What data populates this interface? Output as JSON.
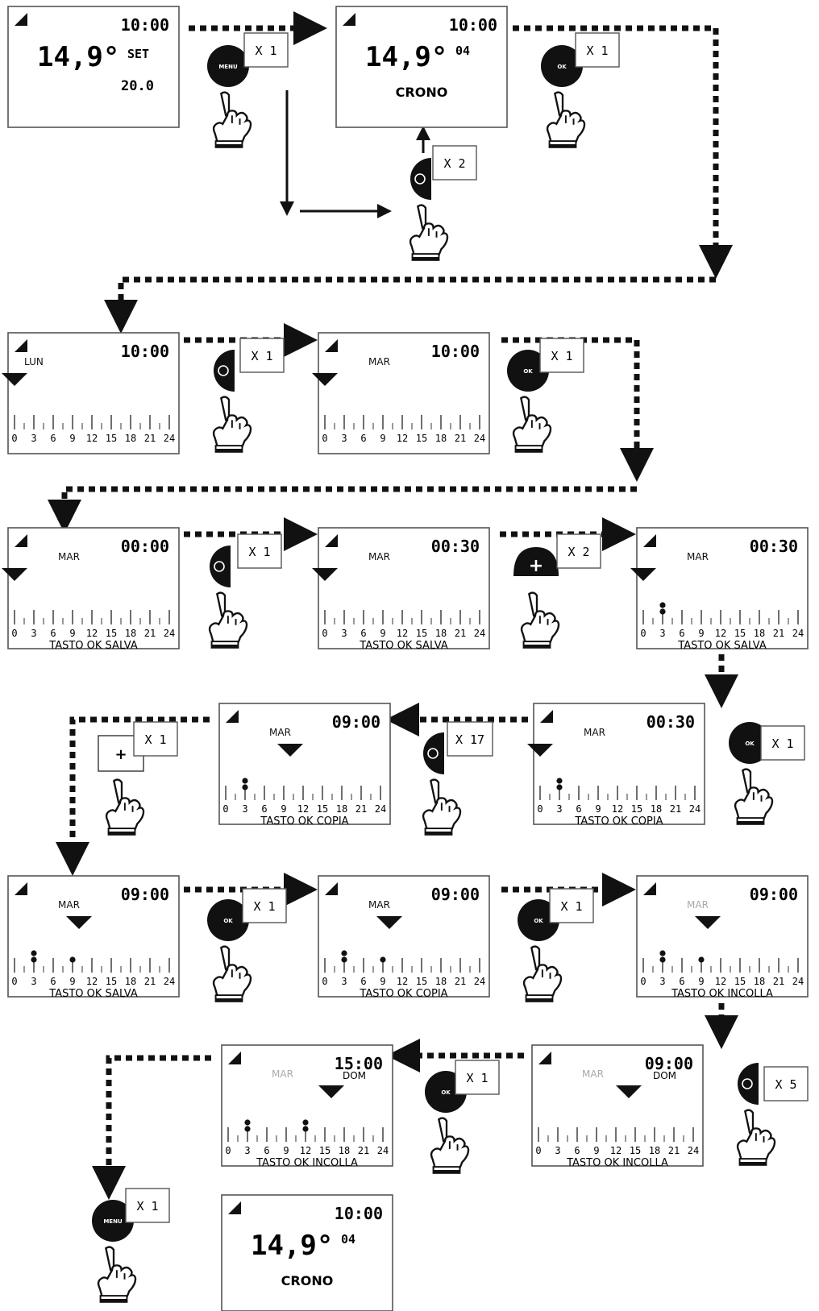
{
  "screens": [
    {
      "time": "10:00",
      "temp": "14,9°",
      "tag": "SET",
      "value": "20.0"
    },
    {
      "time": "10:00",
      "temp": "14,9°",
      "tag": "04",
      "mode": "CRONO"
    },
    {
      "time": "10:00",
      "day": "LUN"
    },
    {
      "time": "10:00",
      "day": "MAR"
    },
    {
      "time": "00:00",
      "day": "MAR",
      "footer": "TASTO OK SALVA"
    },
    {
      "time": "00:30",
      "day": "MAR",
      "footer": "TASTO OK SALVA"
    },
    {
      "time": "00:30",
      "day": "MAR",
      "footer": "TASTO OK SALVA"
    },
    {
      "time": "00:30",
      "day": "MAR",
      "footer": "TASTO OK COPIA"
    },
    {
      "time": "09:00",
      "day": "MAR",
      "footer": "TASTO OK COPIA"
    },
    {
      "time": "09:00",
      "day": "MAR",
      "footer": "TASTO OK SALVA"
    },
    {
      "time": "09:00",
      "day": "MAR",
      "footer": "TASTO OK COPIA"
    },
    {
      "time": "09:00",
      "day": "MAR",
      "footer": "TASTO OK INCOLLA"
    },
    {
      "time": "09:00",
      "day": "MAR",
      "day2": "DOM",
      "footer": "TASTO OK INCOLLA"
    },
    {
      "time": "15:00",
      "day": "MAR",
      "day2": "DOM",
      "footer": "TASTO OK INCOLLA"
    },
    {
      "time": "10:00",
      "temp": "14,9°",
      "tag": "04",
      "mode": "CRONO"
    }
  ],
  "scale_labels": [
    "0",
    "3",
    "6",
    "9",
    "12",
    "15",
    "18",
    "21",
    "24"
  ],
  "steps": [
    {
      "button": "MENU",
      "count": "X 1"
    },
    {
      "button": "OK",
      "count": "X 1"
    },
    {
      "button": "fan",
      "count": "X 2"
    },
    {
      "button": "fan",
      "count": "X 1"
    },
    {
      "button": "OK",
      "count": "X 1"
    },
    {
      "button": "fan",
      "count": "X 1"
    },
    {
      "button": "+",
      "count": "X 2"
    },
    {
      "button": "OK",
      "count": "X 1"
    },
    {
      "button": "fan",
      "count": "X 17"
    },
    {
      "button": "+",
      "count": "X 1"
    },
    {
      "button": "OK",
      "count": "X 1"
    },
    {
      "button": "OK",
      "count": "X 1"
    },
    {
      "button": "fan",
      "count": "X 5"
    },
    {
      "button": "OK",
      "count": "X 1"
    },
    {
      "button": "MENU",
      "count": "X 1"
    }
  ]
}
